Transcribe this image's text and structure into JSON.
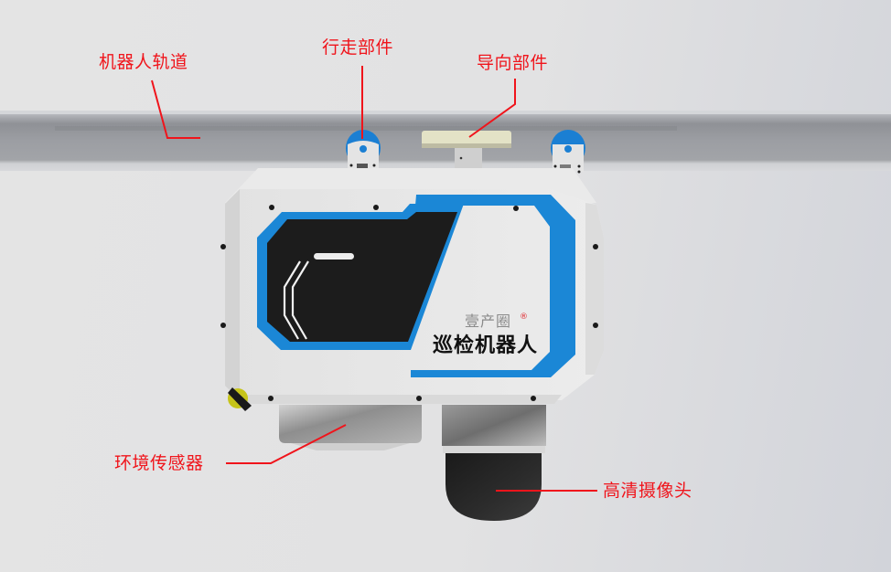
{
  "diagram": {
    "subject": "巡检机器人",
    "colors": {
      "label_red": "#f0141b",
      "accent_blue": "#1b87d6",
      "panel_black": "#1c1c1c",
      "body_white": "#e8e8e8",
      "rail_gray": "#9a9ca1",
      "guide_wheel": "#e3e2c6",
      "sensor_yellow": "#c6c41a"
    },
    "labels": [
      {
        "id": "rail",
        "text": "机器人轨道"
      },
      {
        "id": "drive",
        "text": "行走部件"
      },
      {
        "id": "guide",
        "text": "导向部件"
      },
      {
        "id": "env_sensor",
        "text": "环境传感器"
      },
      {
        "id": "camera",
        "text": "高清摄像头"
      }
    ],
    "branding": {
      "logo_text": "壹产圈",
      "registered_mark": "®",
      "product_name": "巡检机器人"
    }
  }
}
